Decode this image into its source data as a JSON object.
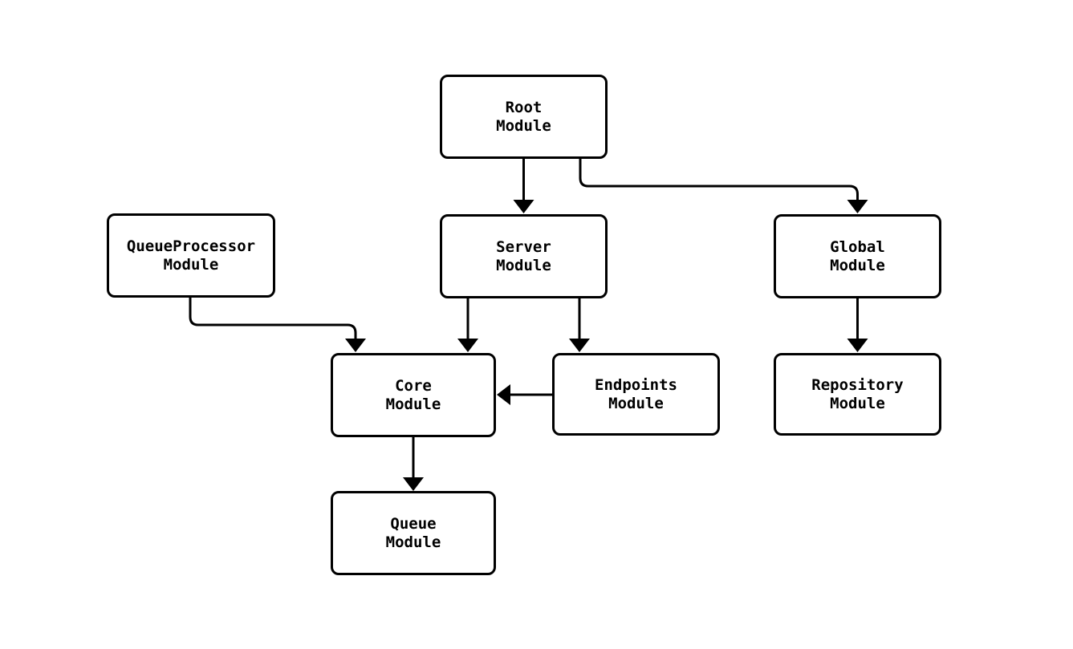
{
  "diagram": {
    "kind": "module-dependency-flowchart",
    "nodes": {
      "root": {
        "line1": "Root",
        "line2": "Module"
      },
      "queueProcessor": {
        "line1": "QueueProcessor",
        "line2": "Module"
      },
      "server": {
        "line1": "Server",
        "line2": "Module"
      },
      "global": {
        "line1": "Global",
        "line2": "Module"
      },
      "core": {
        "line1": "Core",
        "line2": "Module"
      },
      "endpoints": {
        "line1": "Endpoints",
        "line2": "Module"
      },
      "repository": {
        "line1": "Repository",
        "line2": "Module"
      },
      "queue": {
        "line1": "Queue",
        "line2": "Module"
      }
    },
    "edges": [
      {
        "from": "Root Module",
        "to": "Server Module"
      },
      {
        "from": "Root Module",
        "to": "Global Module"
      },
      {
        "from": "QueueProcessor Module",
        "to": "Core Module"
      },
      {
        "from": "Server Module",
        "to": "Core Module"
      },
      {
        "from": "Server Module",
        "to": "Endpoints Module"
      },
      {
        "from": "Endpoints Module",
        "to": "Core Module"
      },
      {
        "from": "Global Module",
        "to": "Repository Module"
      },
      {
        "from": "Core Module",
        "to": "Queue Module"
      }
    ],
    "colors": {
      "background": "#ffffff",
      "node_fill": "#ffffff",
      "node_border": "#000000",
      "text": "#000000",
      "edge": "#000000"
    }
  }
}
